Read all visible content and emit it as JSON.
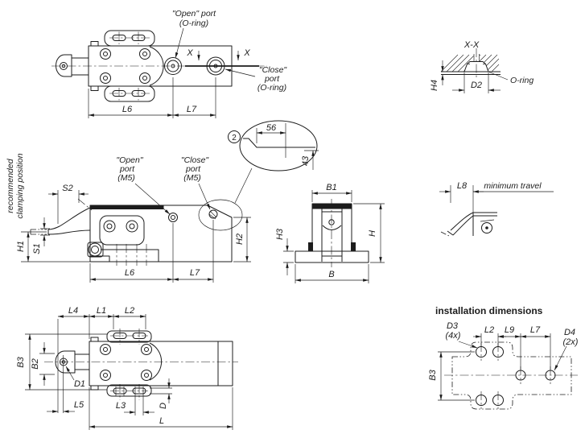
{
  "colors": {
    "line": "#1c1c1c",
    "background": "#ffffff"
  },
  "labels": {
    "top_view": {
      "open_port_line1": "\"Open\" port",
      "open_port_line2": "(O-ring)",
      "close_port_line1": "\"Close\"",
      "close_port_line2": "port",
      "close_port_line3": "(O-ring)",
      "section_x_left": "X",
      "section_x_right": "X",
      "dim_l6": "L6",
      "dim_l7": "L7"
    },
    "section_view": {
      "title": "X-X",
      "dim_h4": "H4",
      "dim_d2": "D2",
      "oring": "O-ring"
    },
    "detail_view": {
      "balloon": "2",
      "dim_56": "56",
      "dim_43": "43"
    },
    "side_view": {
      "note_line1": "recommended",
      "note_line2": "clamping position",
      "open_port_line1": "\"Open\"",
      "open_port_line2": "port",
      "open_port_line3": "(M5)",
      "close_port_line1": "\"Close\"",
      "close_port_line2": "port",
      "close_port_line3": "(M5)",
      "dim_s2": "S2",
      "dim_s1": "S1",
      "dim_h1": "H1",
      "dim_h2": "H2",
      "dim_l6": "L6",
      "dim_l7": "L7"
    },
    "front_view": {
      "dim_b1": "B1",
      "dim_b": "B",
      "dim_h": "H",
      "dim_h3": "H3"
    },
    "travel_view": {
      "dim_l8": "L8",
      "note": "minimum travel"
    },
    "bottom_view": {
      "dim_l4": "L4",
      "dim_l1": "L1",
      "dim_l2": "L2",
      "dim_b3": "B3",
      "dim_b2": "B2",
      "dim_d1": "D1",
      "dim_l5": "L5",
      "dim_l3": "L3",
      "dim_d": "D",
      "dim_l": "L"
    },
    "installation_view": {
      "title": "installation dimensions",
      "dim_d3_line1": "D3",
      "dim_d3_line2": "(4x)",
      "dim_d4_line1": "D4",
      "dim_d4_line2": "(2x)",
      "dim_l2": "L2",
      "dim_l9": "L9",
      "dim_l7": "L7",
      "dim_b3": "B3"
    }
  }
}
